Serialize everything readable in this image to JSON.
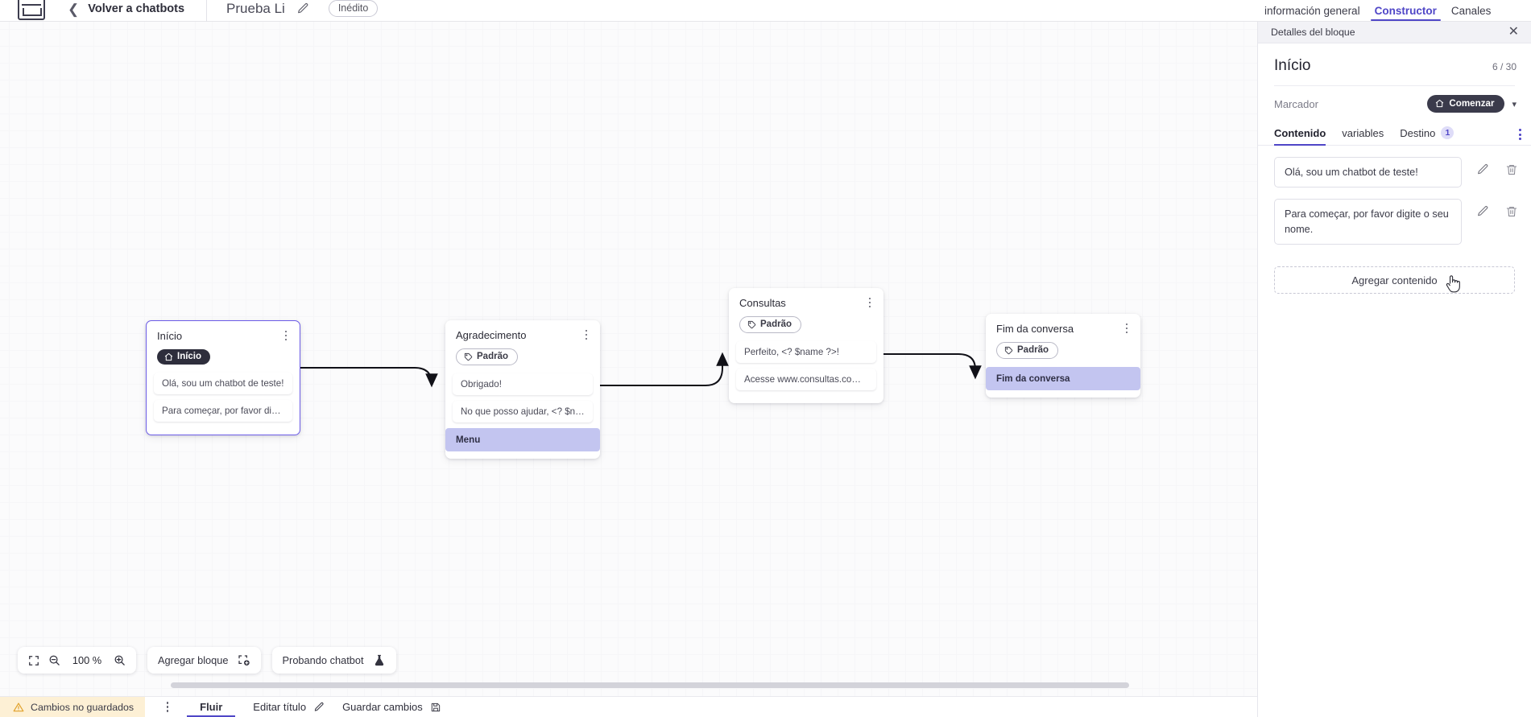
{
  "header": {
    "logo_name": "via-logo",
    "back_label": "Volver a chatbots",
    "bot_title": "Prueba Li",
    "status_badge": "Inédito",
    "tabs": [
      {
        "label": "información general",
        "active": false
      },
      {
        "label": "Constructor",
        "active": true
      },
      {
        "label": "Canales",
        "active": false
      }
    ]
  },
  "canvas": {
    "zoom_level": "100 %",
    "toolbar": {
      "fit_label": "fit-screen",
      "zoom_out_label": "zoom-out",
      "zoom_in_label": "zoom-in",
      "add_block_label": "Agregar bloque",
      "test_chatbot_label": "Probando chatbot"
    },
    "nodes": [
      {
        "id": "inicio",
        "title": "Início",
        "pill": {
          "label": "Início",
          "type": "start",
          "icon": "home-icon"
        },
        "selected": true,
        "items": [
          {
            "text": "Olá, sou um chatbot de teste!",
            "accent": false
          },
          {
            "text": "Para começar, por favor digite o ...",
            "accent": false
          }
        ]
      },
      {
        "id": "agradecimento",
        "title": "Agradecimento",
        "pill": {
          "label": "Padrão",
          "type": "default",
          "icon": "tag-icon"
        },
        "selected": false,
        "items": [
          {
            "text": "Obrigado!",
            "accent": false
          },
          {
            "text": "No que posso ajudar, <? $name ...",
            "accent": false
          },
          {
            "text": "Menu",
            "accent": true
          }
        ]
      },
      {
        "id": "consultas",
        "title": "Consultas",
        "pill": {
          "label": "Padrão",
          "type": "default",
          "icon": "tag-icon"
        },
        "selected": false,
        "items": [
          {
            "text": "Perfeito, <? $name ?>!",
            "accent": false
          },
          {
            "text": "Acesse www.consultas.com par...",
            "accent": false
          }
        ]
      },
      {
        "id": "fim-da-conversa",
        "title": "Fim da conversa",
        "pill": {
          "label": "Padrão",
          "type": "default",
          "icon": "tag-icon"
        },
        "selected": false,
        "items": [
          {
            "text": "Fim da conversa",
            "accent": true
          }
        ]
      }
    ]
  },
  "status_bar": {
    "unsaved_label": "Cambios no guardados",
    "flow_label": "Fluir",
    "edit_title_label": "Editar título",
    "save_label": "Guardar cambios"
  },
  "panel": {
    "header_title": "Detalles del bloque",
    "close_label": "close-icon",
    "block_title": "Início",
    "char_count": "6 / 30",
    "marker_label": "Marcador",
    "marker_value": "Comenzar",
    "tabs": [
      {
        "label": "Contenido",
        "badge": "",
        "active": true
      },
      {
        "label": "variables",
        "badge": "",
        "active": false
      },
      {
        "label": "Destino",
        "badge": "1",
        "active": false
      }
    ],
    "contents": [
      {
        "text": "Olá, sou um chatbot de teste!"
      },
      {
        "text": "Para começar, por favor digite o seu nome."
      }
    ],
    "add_content_label": "Agregar contenido"
  },
  "colors": {
    "accent": "#4f46c7",
    "node_accent_chip": "#c3c5f0",
    "warning_bg": "#fdf0d5",
    "dark_pill": "#2e2e3c"
  }
}
